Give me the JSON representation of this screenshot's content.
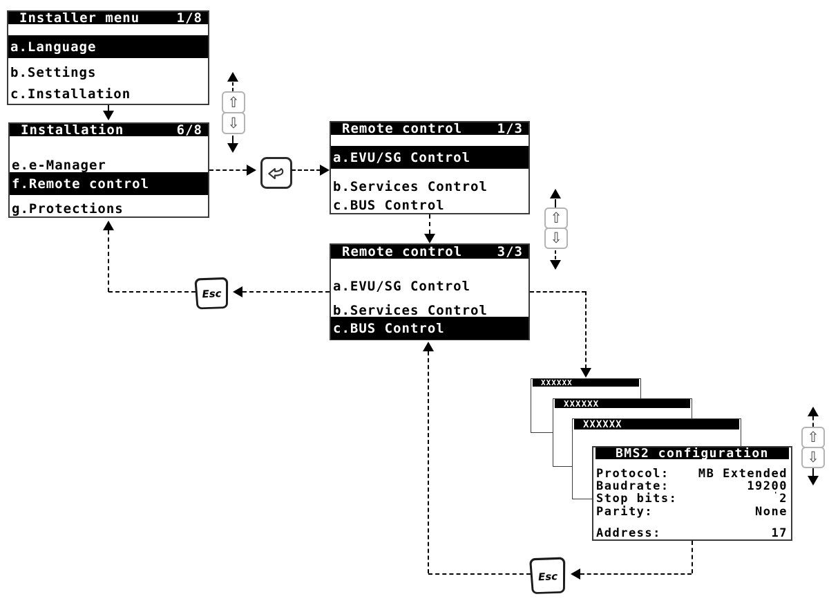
{
  "screens": {
    "installer_menu": {
      "title": "Installer menu",
      "page": "1/8",
      "items": [
        {
          "label": "a.Language"
        },
        {
          "label": "b.Settings"
        },
        {
          "label": "c.Installation"
        }
      ]
    },
    "installation": {
      "title": "Installation",
      "page": "6/8",
      "items": [
        {
          "label": "e.e-Manager"
        },
        {
          "label": "f.Remote control"
        },
        {
          "label": "g.Protections"
        }
      ]
    },
    "remote_control_page1": {
      "title": "Remote control",
      "page": "1/3",
      "items": [
        {
          "label": "a.EVU/SG Control"
        },
        {
          "label": "b.Services Control"
        },
        {
          "label": "c.BUS Control"
        }
      ]
    },
    "remote_control_page3": {
      "title": "Remote control",
      "page": "3/3",
      "items": [
        {
          "label": "a.EVU/SG Control"
        },
        {
          "label": "b.Services Control"
        },
        {
          "label": "c.BUS Control"
        }
      ]
    },
    "placeholder_stack": {
      "titles": [
        "XXXXXX",
        "XXXXXX",
        "XXXXXX"
      ]
    },
    "bms2_configuration": {
      "title": "BMS2 configuration",
      "fields": [
        {
          "label": "Protocol:",
          "value": "MB Extended"
        },
        {
          "label": "Baudrate:",
          "value": "19200"
        },
        {
          "label": "Stop bits:",
          "value": "2",
          "cursor": "'"
        },
        {
          "label": "Parity:",
          "value": "None"
        },
        {
          "label": "Address:",
          "value": "17"
        }
      ]
    }
  },
  "keys": {
    "up_glyph": "⇧",
    "down_glyph": "⇩",
    "esc_label": "Esc"
  },
  "colors": {
    "lcd_foreground": "#000000",
    "lcd_background": "#ffffff",
    "highlight_bar": "#000000",
    "keycap_border": "#b3b3b3"
  }
}
